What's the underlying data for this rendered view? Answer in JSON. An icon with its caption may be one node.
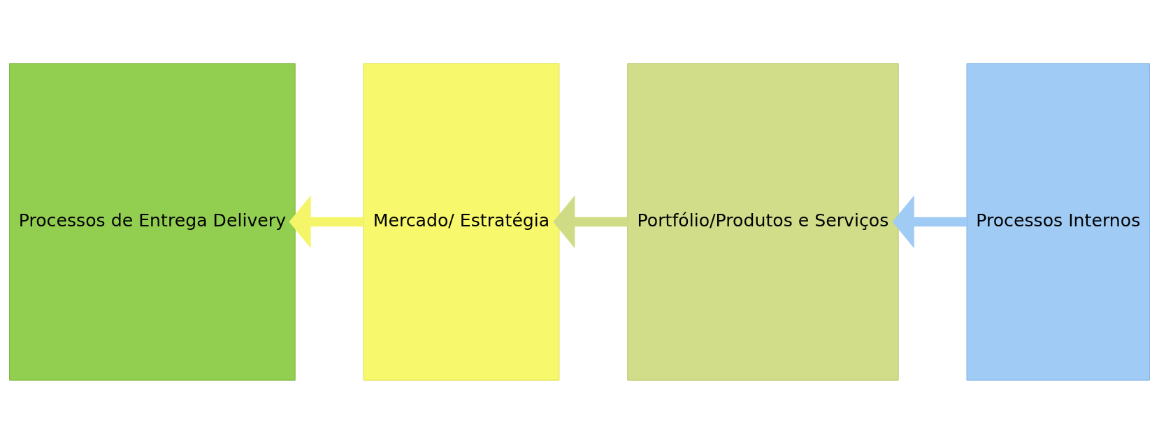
{
  "diagram": {
    "nodes": [
      {
        "text": [
          "Processos de Entrega Delivery"
        ]
      },
      {
        "text": [
          "Mercado/ Estratégia"
        ]
      },
      {
        "text": [
          "Portfólio/Produtos e Serviços"
        ]
      },
      {
        "text": [
          "Processos Internos"
        ]
      }
    ],
    "edges": [
      {
        "from": 3,
        "to": 2,
        "arrow": "to",
        "color": "#9fcbf5"
      },
      {
        "from": 2,
        "to": 1,
        "arrow": "to",
        "color": "#cfdc85"
      },
      {
        "from": 1,
        "to": 0,
        "arrow": "to",
        "color": "#f5f56a"
      }
    ]
  }
}
